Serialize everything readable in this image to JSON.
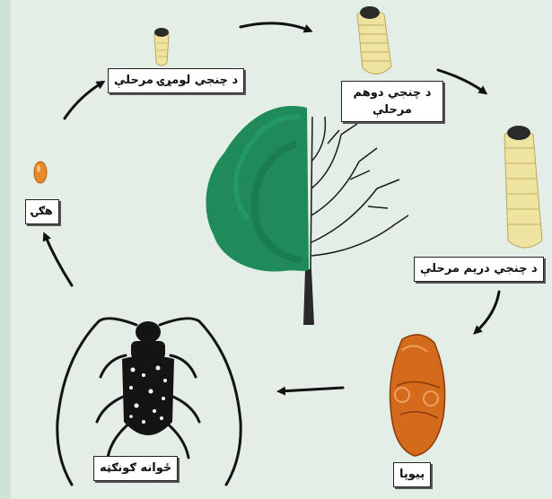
{
  "colors": {
    "background": "#e3efe6",
    "left_frame": "#cfe3d5",
    "label_bg": "#ffffff",
    "label_border": "#222222",
    "arrow": "#111111",
    "foliage": "#1f8a5a",
    "branches": "#1a1a1a",
    "larva": "#efe3a0",
    "egg": "#e88a2a",
    "pupa": "#d46a1c",
    "beetle": "#141414",
    "beetle_spots": "#ffffff"
  },
  "diagram": {
    "stages": {
      "egg": "هګۍ",
      "larva_first": "د چنجي لومړۍ مرحلې",
      "larva_second": "د چنجي دوهم مرحلې",
      "larva_third": "د چنجي دریم مرحلې",
      "pupa": "پیوپا",
      "adult": "ځوانه ګونګټه"
    },
    "icons": [
      "egg-icon",
      "larva-icon",
      "pupa-icon",
      "beetle-icon",
      "tree-icon",
      "arrow-icon"
    ]
  }
}
